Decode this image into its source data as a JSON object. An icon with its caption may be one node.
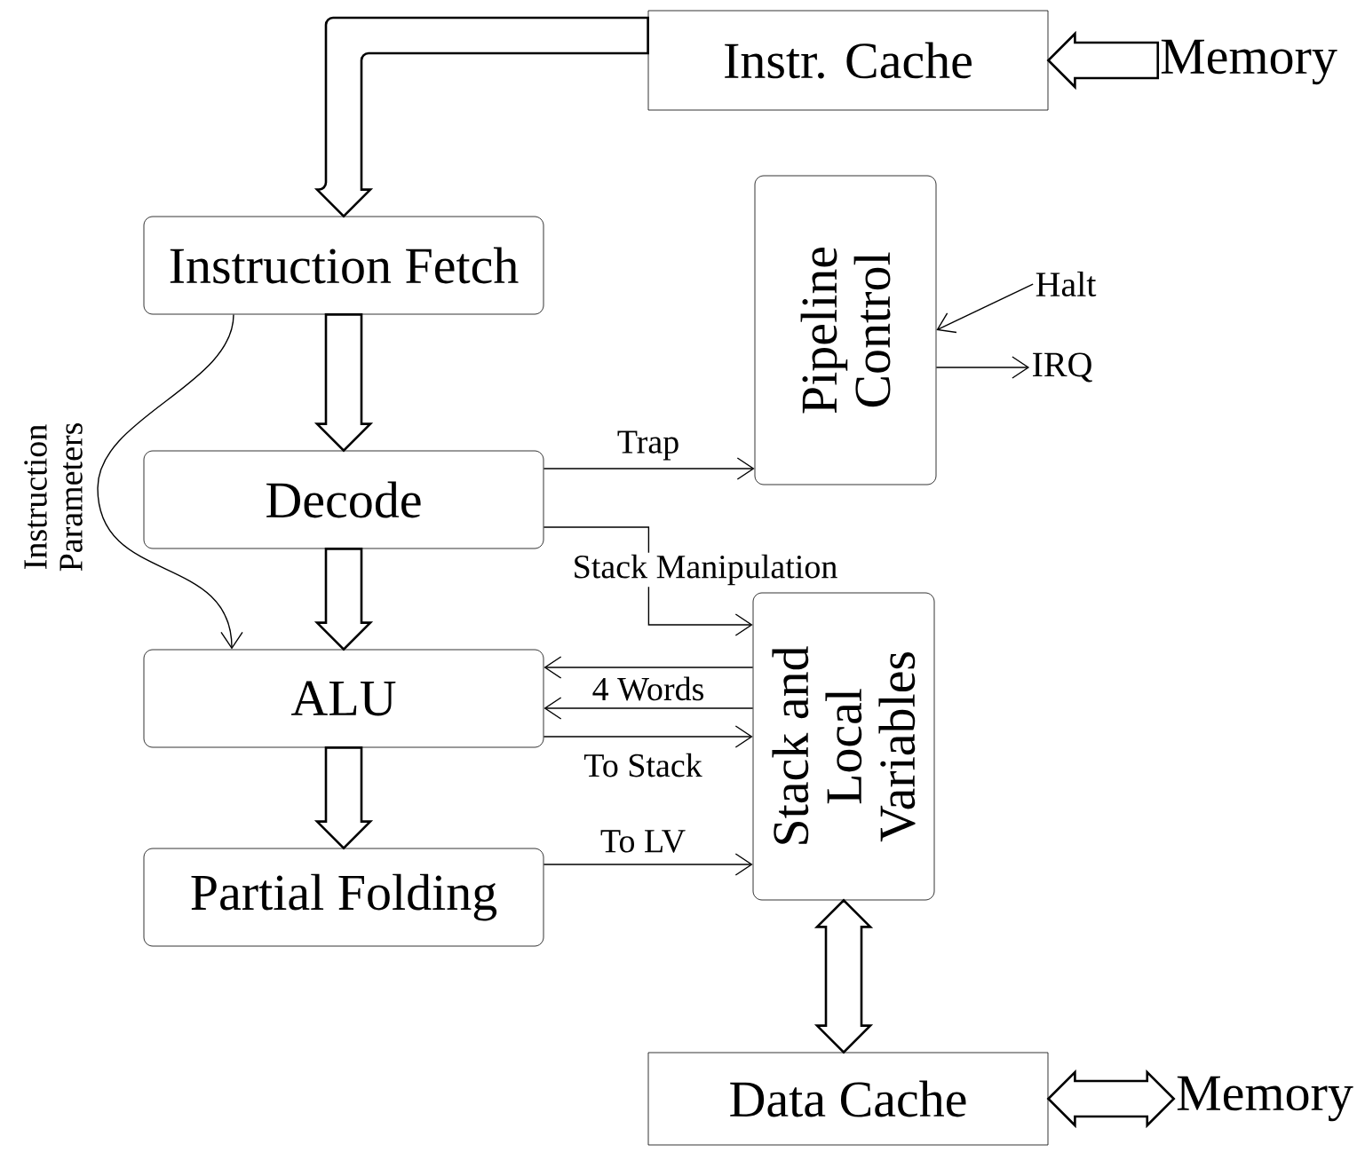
{
  "diagram": {
    "nodes": [
      {
        "text": [
          "Instr. Cache"
        ]
      },
      {
        "text": [
          "Memory"
        ]
      },
      {
        "text": [
          "Instruction Fetch"
        ]
      },
      {
        "text": [
          "Pipeline Control"
        ]
      },
      {
        "text": [
          "Halt"
        ]
      },
      {
        "text": [
          "IRQ"
        ]
      },
      {
        "text": [
          "Decode"
        ]
      },
      {
        "text": [
          "ALU"
        ]
      },
      {
        "text": [
          "Stack and Local Variables"
        ]
      },
      {
        "text": [
          "Partial Folding"
        ]
      },
      {
        "text": [
          "Data Cache"
        ]
      },
      {
        "text": [
          "Memory"
        ]
      }
    ],
    "edges": [
      {
        "from": 1,
        "to": 0,
        "arrow": "to",
        "style": "thick"
      },
      {
        "from": 0,
        "to": 2,
        "arrow": "to",
        "style": "thick"
      },
      {
        "from": 4,
        "to": 3,
        "arrow": "to"
      },
      {
        "from": 3,
        "to": 5,
        "arrow": "to"
      },
      {
        "from": 2,
        "to": 7,
        "arrow": "to",
        "label": "Instruction Parameters"
      },
      {
        "from": 2,
        "to": 6,
        "arrow": "to",
        "style": "thick"
      },
      {
        "from": 6,
        "to": 3,
        "arrow": "to",
        "label": "Trap"
      },
      {
        "from": 6,
        "to": 8,
        "arrow": "to",
        "label": "Stack Manipulation"
      },
      {
        "from": 6,
        "to": 7,
        "arrow": "to",
        "style": "thick"
      },
      {
        "from": 8,
        "to": 7,
        "arrow": "to",
        "label": "4 Words"
      },
      {
        "from": 8,
        "to": 7,
        "arrow": "to"
      },
      {
        "from": 7,
        "to": 8,
        "arrow": "to",
        "label": "To Stack"
      },
      {
        "from": 7,
        "to": 9,
        "arrow": "to",
        "style": "thick"
      },
      {
        "from": 9,
        "to": 8,
        "arrow": "to",
        "label": "To LV"
      },
      {
        "from": 8,
        "to": 10,
        "arrow": "both",
        "style": "thick"
      },
      {
        "from": 10,
        "to": 11,
        "arrow": "both",
        "style": "thick"
      }
    ]
  }
}
